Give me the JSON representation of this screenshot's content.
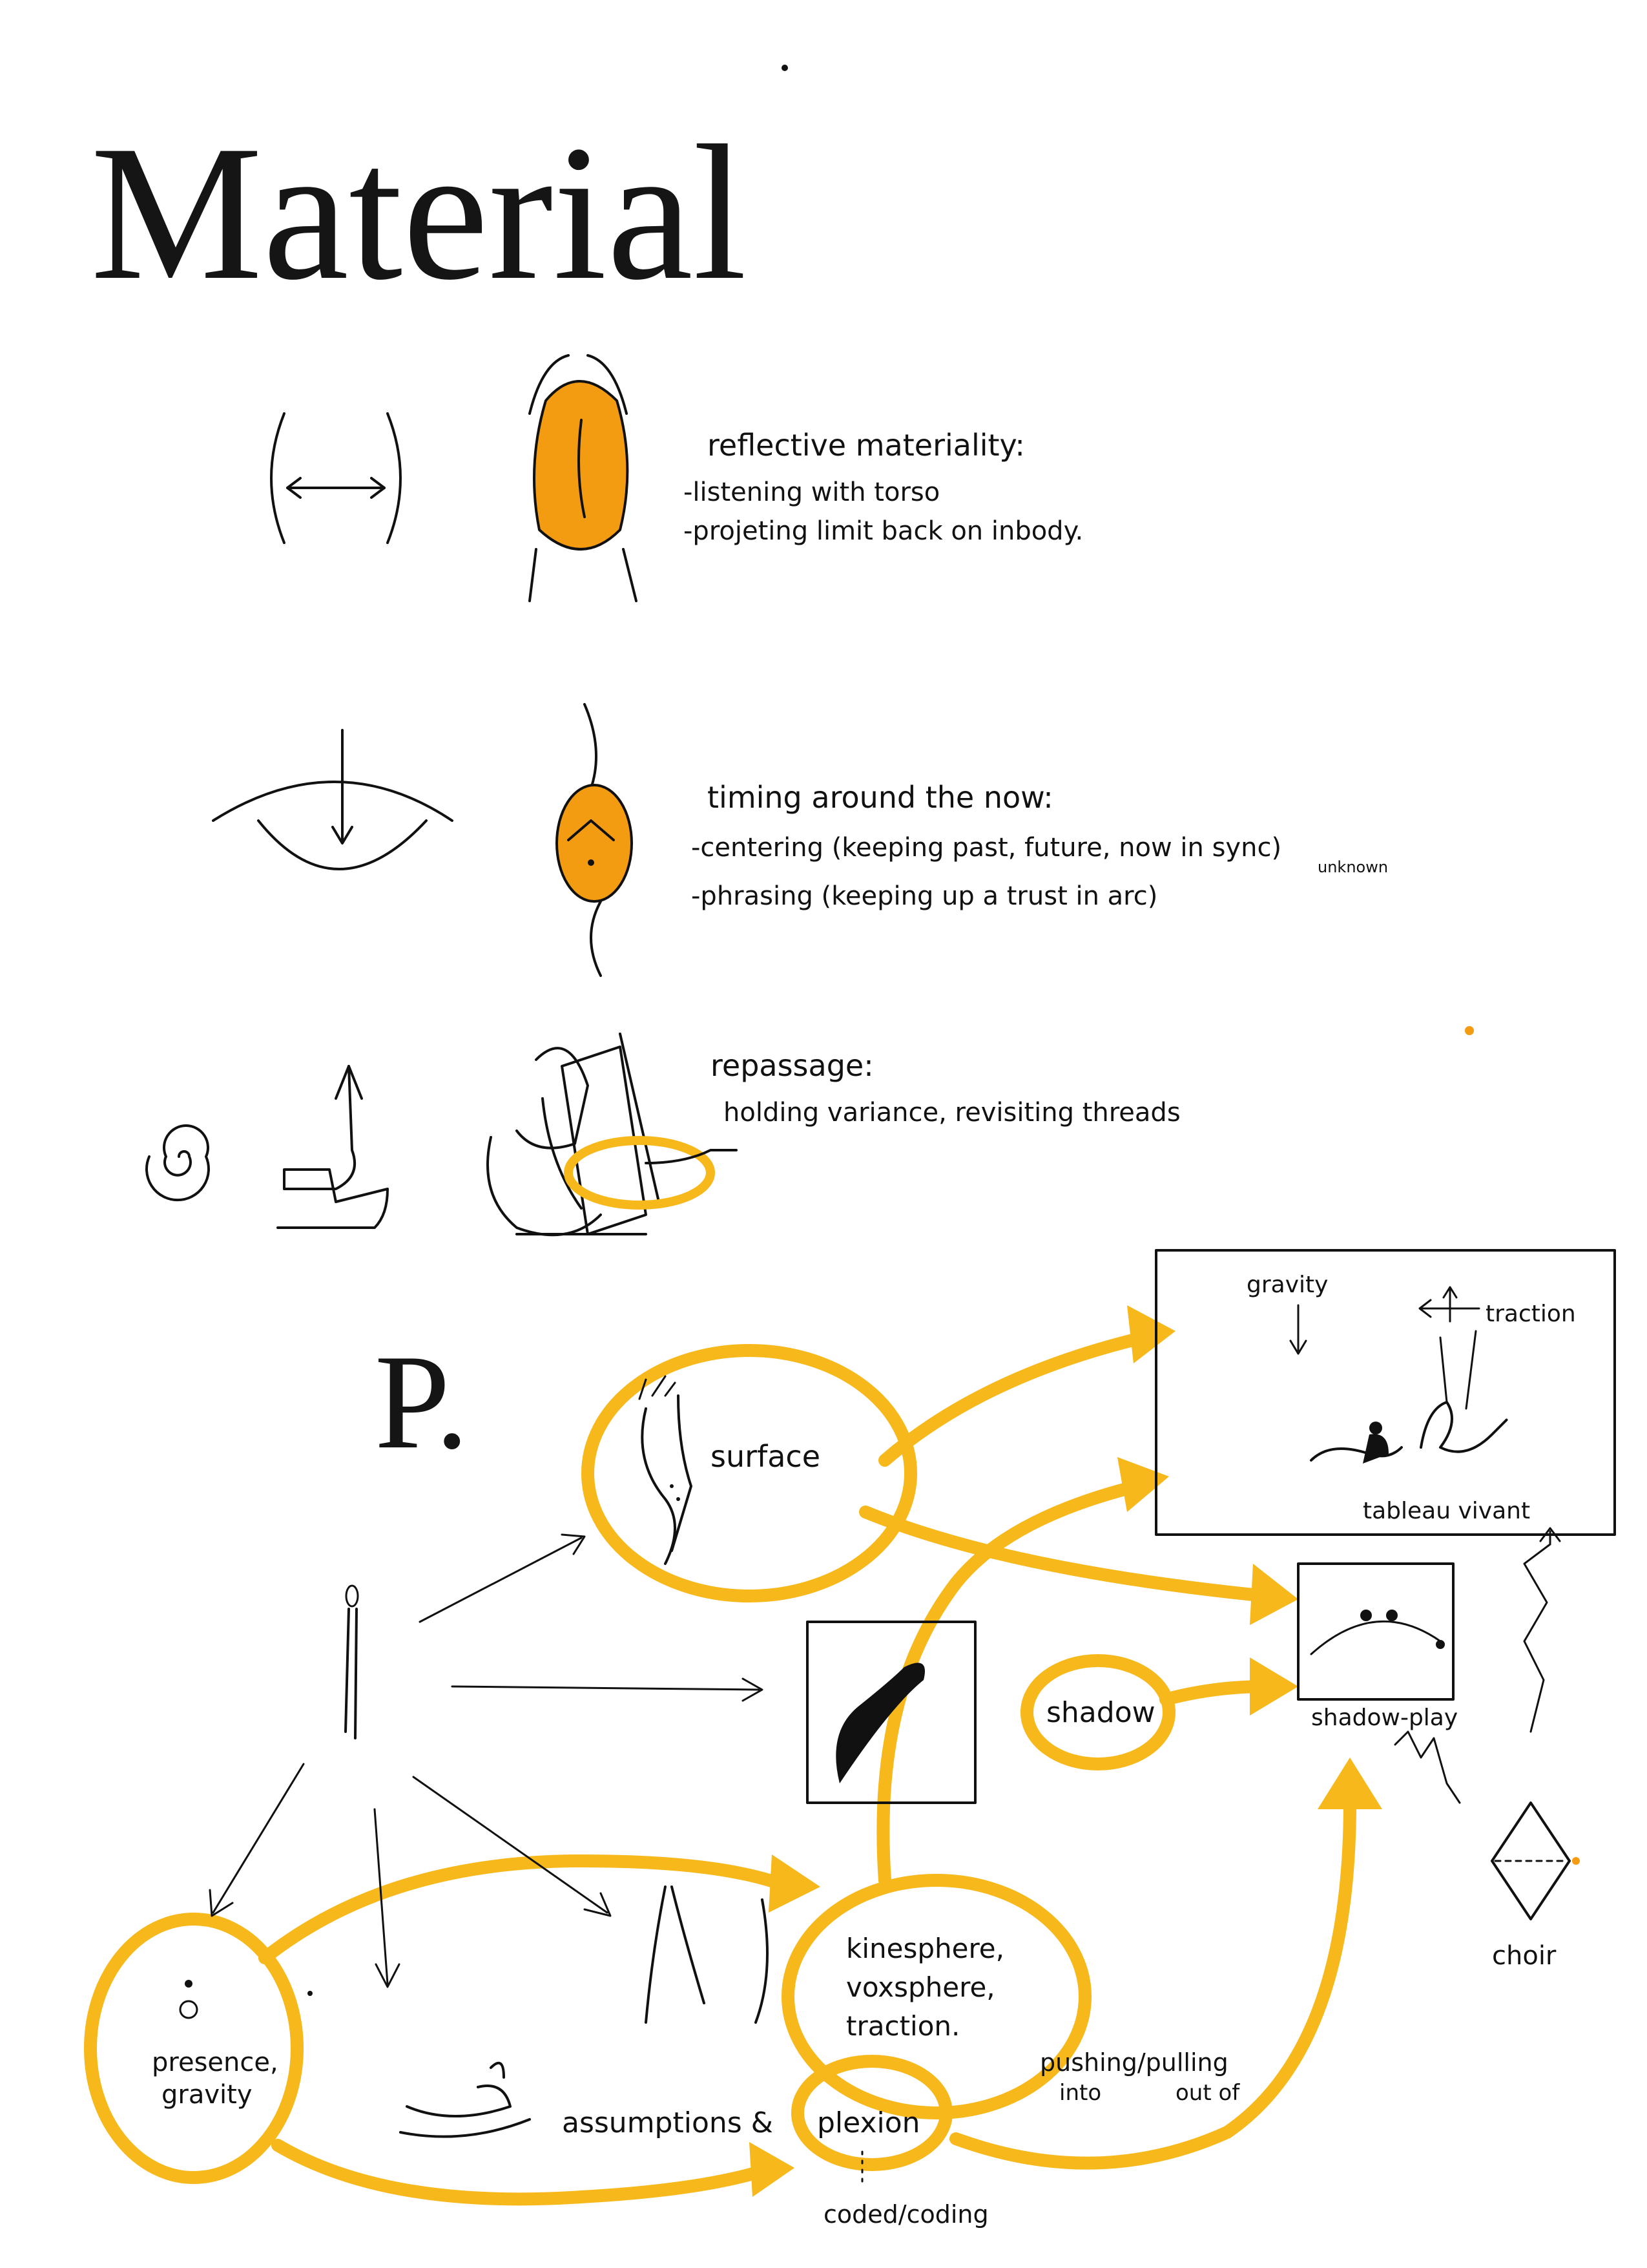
{
  "page": {
    "title": "Material",
    "section_mark": "P."
  },
  "colors": {
    "ink": "#111111",
    "highlighter": "#f6b81a",
    "orange": "#f39c12",
    "paper": "#ffffff"
  },
  "materials": [
    {
      "heading": "reflective materiality:",
      "points": [
        "-listening with torso",
        "-projeting limit back on inbody."
      ]
    },
    {
      "heading": "timing around the now:",
      "points": [
        "-centering (keeping past, future, now in sync)",
        "-phrasing (keeping up a trust in arc)"
      ],
      "annotation": "unknown"
    },
    {
      "heading": "repassage:",
      "points": [
        "holding variance, revisiting threads"
      ]
    }
  ],
  "diagram": {
    "nodes": {
      "surface": "surface",
      "shadow": "shadow",
      "kinesphere": [
        "kinesphere,",
        "voxsphere,",
        "traction."
      ],
      "presence": [
        "presence,",
        "gravity"
      ],
      "assumptions": "assumptions &",
      "plexion": "plexion",
      "coded": "coded/coding",
      "pushing": [
        "pushing/pulling",
        "into",
        "out of"
      ]
    },
    "panels": {
      "tableau": {
        "label": "tableau vivant",
        "gravity": "gravity",
        "traction": "traction"
      },
      "shadow_play": "shadow-play",
      "choir": "choir"
    }
  }
}
